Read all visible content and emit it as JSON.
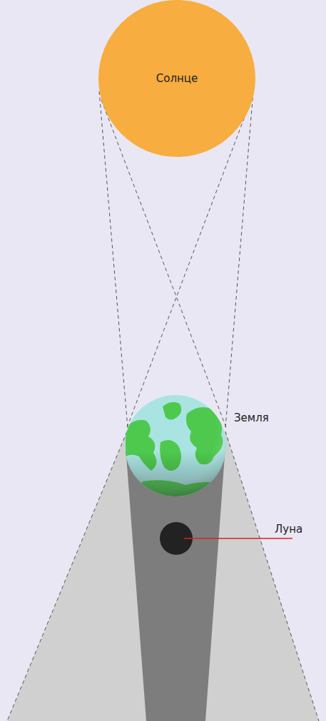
{
  "diagram": {
    "nodes": [
      {
        "text": [
          "Солнце"
        ]
      }
    ],
    "labels": [
      "Земля",
      "Луна"
    ]
  }
}
